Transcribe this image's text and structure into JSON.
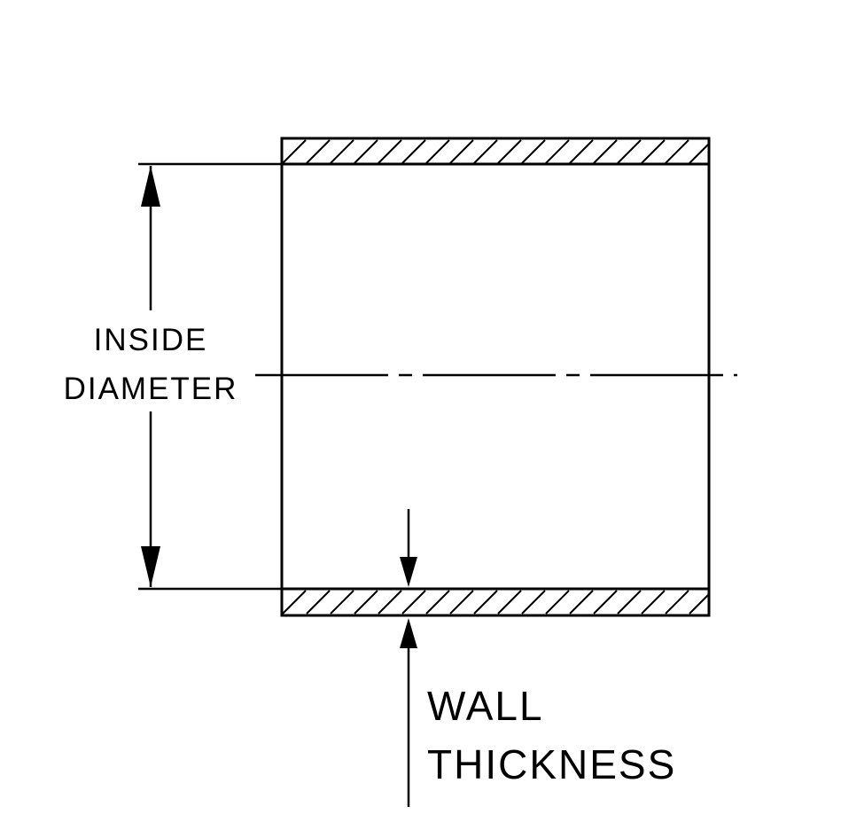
{
  "diagram": {
    "labels": {
      "inside_diameter_line1": "INSIDE",
      "inside_diameter_line2": "DIAMETER",
      "wall_thickness_line1": "WALL",
      "wall_thickness_line2": "THICKNESS"
    },
    "colors": {
      "line": "#000000",
      "background": "#ffffff"
    }
  }
}
